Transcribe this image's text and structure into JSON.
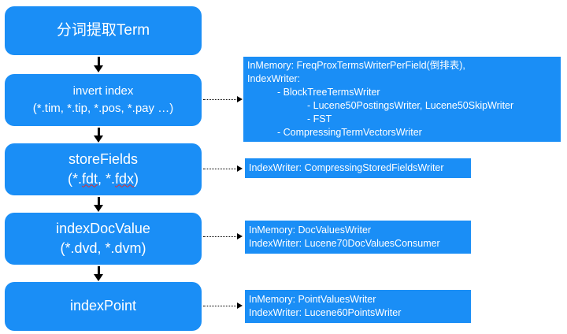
{
  "steps": [
    {
      "title": "分词提取Term"
    },
    {
      "title": "invert index",
      "sub": "(*.tim, *.tip, *.pos, *.pay …)"
    },
    {
      "title": "storeFields",
      "sub_parts": [
        "(*.",
        "fdt",
        ", *.",
        "fdx",
        ")"
      ]
    },
    {
      "title": "indexDocValue",
      "sub": "(*.dvd, *.dvm)"
    },
    {
      "title": "indexPoint"
    }
  ],
  "notes": {
    "invert": [
      "InMemory: FreqProxTermsWriterPerField(倒排表),",
      "IndexWriter:",
      "-  BlockTreeTermsWriter",
      "-  Lucene50PostingsWriter, Lucene50SkipWriter",
      "-  FST",
      "-  CompressingTermVectorsWriter"
    ],
    "store": [
      "IndexWriter: CompressingStoredFieldsWriter"
    ],
    "docvalue": [
      "InMemory: DocValuesWriter",
      "IndexWriter: Lucene70DocValuesConsumer"
    ],
    "point": [
      "InMemory: PointValuesWriter",
      "IndexWriter: Lucene60PointsWriter"
    ]
  },
  "colors": {
    "box": "#1a8ef6",
    "text": "#ffffff",
    "arrow": "#000000",
    "squiggle": "#e03030"
  }
}
